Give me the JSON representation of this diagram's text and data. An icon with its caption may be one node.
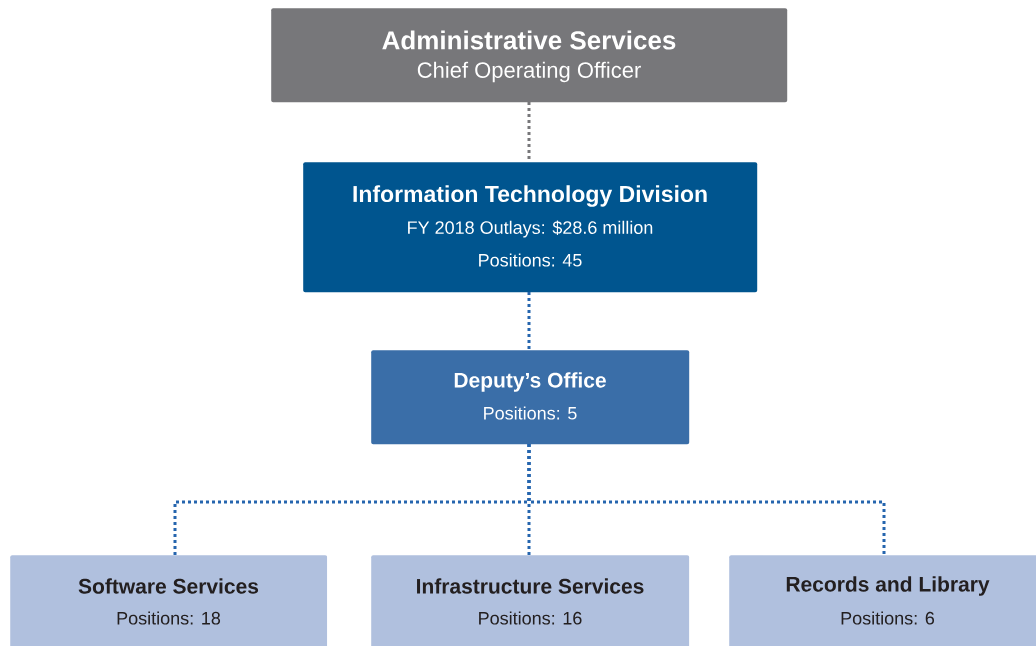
{
  "diagram": {
    "nodes": [
      {
        "text": [
          "Administrative Services",
          "Chief Operating Officer"
        ]
      },
      {
        "text": [
          "Information Technology Division",
          "FY 2018 Outlays: $28.6 million",
          "Positions: 45"
        ]
      },
      {
        "text": [
          "Deputy’s Office",
          "Positions: 5"
        ]
      },
      {
        "text": [
          "Software Services",
          "Positions: 18"
        ]
      },
      {
        "text": [
          "Infrastructure Services",
          "Positions: 16"
        ]
      },
      {
        "text": [
          "Records and Library",
          "Positions: 6"
        ]
      }
    ],
    "edges": [
      {
        "from": 0,
        "to": 1,
        "arrow": "none",
        "style": "dashed",
        "color": "#77777a"
      },
      {
        "from": 1,
        "to": 2,
        "arrow": "none",
        "style": "dashed"
      },
      {
        "from": 2,
        "to": 3,
        "arrow": "none",
        "style": "dashed"
      },
      {
        "from": 2,
        "to": 4,
        "arrow": "none",
        "style": "dashed"
      },
      {
        "from": 2,
        "to": 5,
        "arrow": "none",
        "style": "dashed"
      }
    ]
  }
}
